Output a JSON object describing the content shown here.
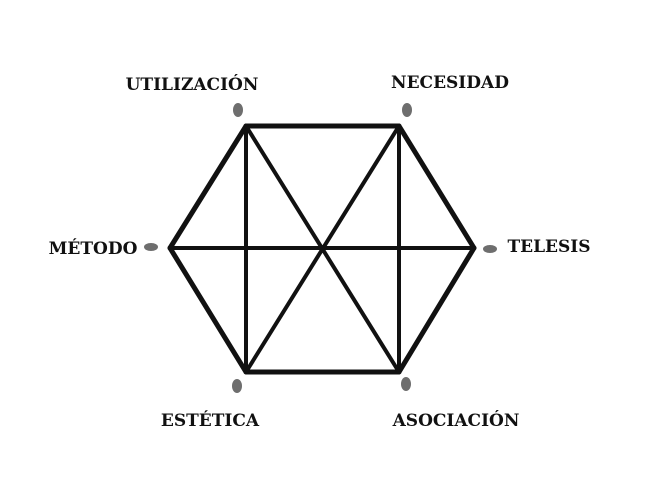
{
  "diagram": {
    "vertices": [
      {
        "id": "utilizacion",
        "label": "UTILIZACIÓN"
      },
      {
        "id": "necesidad",
        "label": "NECESIDAD"
      },
      {
        "id": "telesis",
        "label": "TELESIS"
      },
      {
        "id": "asociacion",
        "label": "ASOCIACIÓN"
      },
      {
        "id": "estetica",
        "label": "ESTÉTICA"
      },
      {
        "id": "metodo",
        "label": "MÉTODO"
      }
    ],
    "connections": [
      [
        "utilizacion",
        "necesidad"
      ],
      [
        "necesidad",
        "telesis"
      ],
      [
        "telesis",
        "asociacion"
      ],
      [
        "asociacion",
        "estetica"
      ],
      [
        "estetica",
        "metodo"
      ],
      [
        "metodo",
        "utilizacion"
      ],
      [
        "utilizacion",
        "estetica"
      ],
      [
        "necesidad",
        "asociacion"
      ],
      [
        "utilizacion",
        "asociacion"
      ],
      [
        "necesidad",
        "estetica"
      ],
      [
        "metodo",
        "telesis"
      ]
    ],
    "colors": {
      "line": "#111111",
      "marker": "#6e6e6e",
      "background": "#ffffff"
    }
  }
}
